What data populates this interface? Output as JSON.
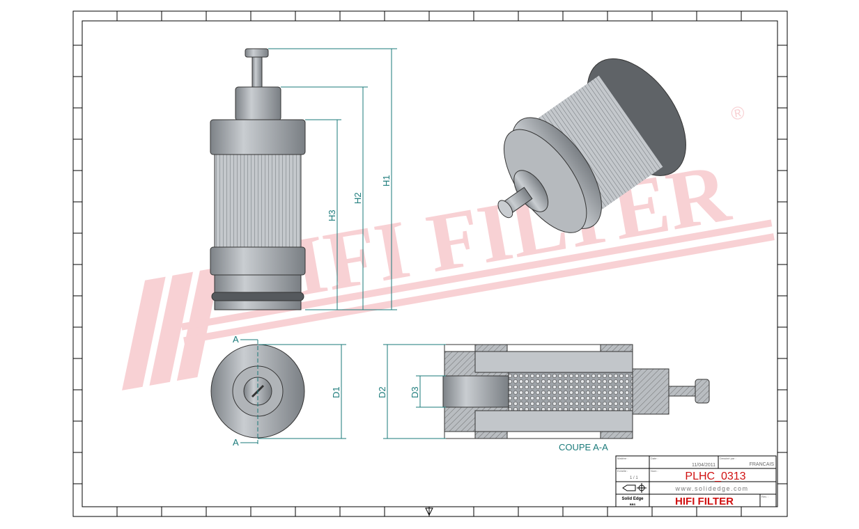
{
  "drawing": {
    "dimensions": {
      "h1": "H1",
      "h2": "H2",
      "h3": "H3",
      "d1": "D1",
      "d2": "D2",
      "d3": "D3"
    },
    "section_marker": "A",
    "section_label": "COUPE A-A"
  },
  "watermark": {
    "text": "HIFI FILTER",
    "registered": "®"
  },
  "title_block": {
    "material_label": "Matière :",
    "date_label": "Date :",
    "date": "11/04/2011",
    "drawn_by_label": "Dessiné par :",
    "drawn_by": "FRANCAIS",
    "scale_label": "Echelle :",
    "scale": "1 / 1",
    "name_label": "Nom :",
    "part_number": "PLHC_0313",
    "website": "www.solidedge.com",
    "software": "Solid Edge",
    "software_sub": "BBS",
    "brand": "HIFI FILTER",
    "revision_label": "Rév. :"
  },
  "colors": {
    "dimension": "#1a7a7a",
    "brand": "#d01010",
    "watermark": "#f4b8bc",
    "part": "#a8adb2"
  }
}
